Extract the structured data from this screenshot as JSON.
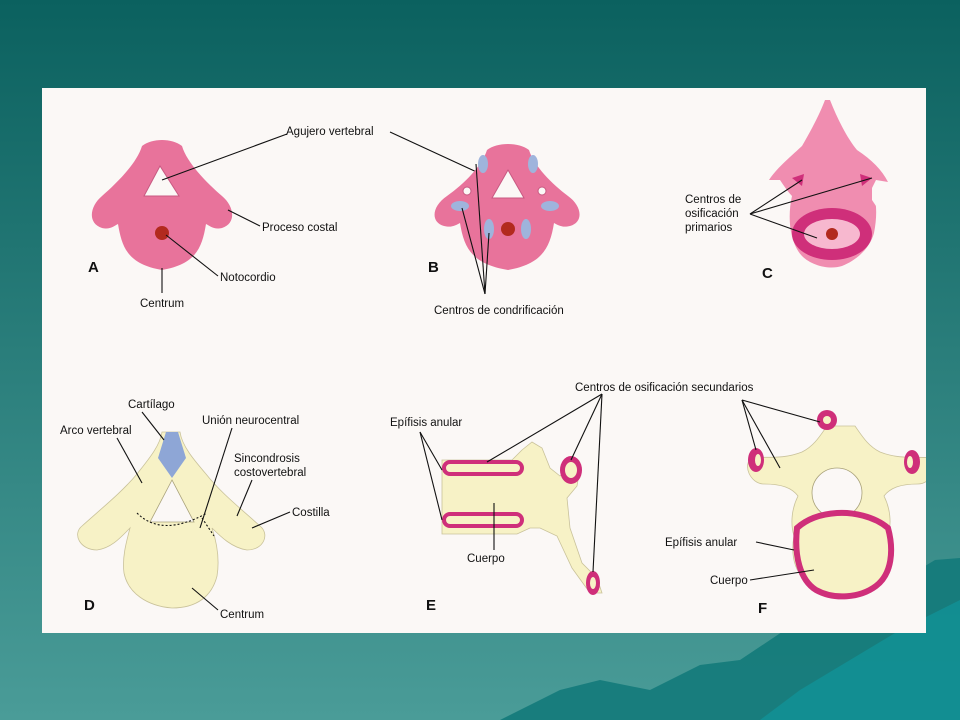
{
  "colors": {
    "background_top": "#0b615f",
    "background_bottom": "#4a9c98",
    "panel": "#fbf8f6",
    "mesenchyme_pink": "#e8739b",
    "chondrification_blue": "#9fb4dc",
    "notochord_red": "#b22a1e",
    "bone_cream": "#f7f2c6",
    "ossification_magenta": "#cf2f7a",
    "cartilage_blue": "#8ea6d6"
  },
  "panels": {
    "A": {
      "letter": "A",
      "labels": {
        "agujero_vertebral": "Agujero vertebral",
        "proceso_costal": "Proceso costal",
        "notocordio": "Notocordio",
        "centrum": "Centrum"
      }
    },
    "B": {
      "letter": "B",
      "labels": {
        "centros_condrificacion": "Centros de condrificación"
      }
    },
    "C": {
      "letter": "C",
      "labels": {
        "line1": "Centros de",
        "line2": "osificación",
        "line3": "primarios"
      }
    },
    "D": {
      "letter": "D",
      "labels": {
        "cartilago": "Cartílago",
        "arco_vertebral": "Arco vertebral",
        "union_neurocentral": "Unión neurocentral",
        "sincondrosis_1": "Sincondrosis",
        "sincondrosis_2": "costovertebral",
        "costilla": "Costilla",
        "centrum": "Centrum"
      }
    },
    "E": {
      "letter": "E",
      "labels": {
        "epifisis_anular": "Epífisis anular",
        "cuerpo": "Cuerpo"
      }
    },
    "F": {
      "letter": "F",
      "labels": {
        "epifisis_anular": "Epífisis anular",
        "cuerpo": "Cuerpo"
      }
    },
    "shared": {
      "centros_osificacion_secundarios": "Centros de osificación secundarios"
    }
  }
}
